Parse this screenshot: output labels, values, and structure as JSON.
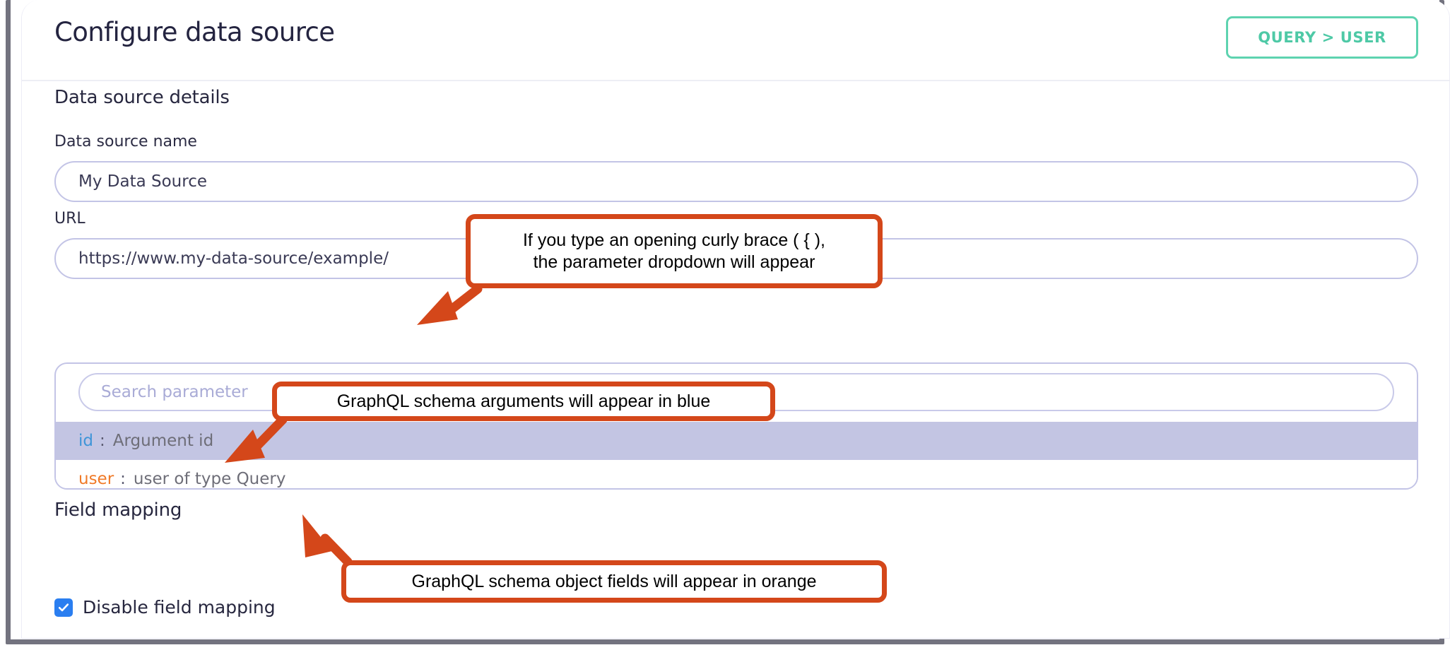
{
  "header": {
    "title": "Configure data source",
    "breadcrumb_button": "QUERY > USER"
  },
  "sections": {
    "details_heading": "Data source details",
    "field_mapping_heading": "Field mapping"
  },
  "fields": {
    "name": {
      "label": "Data source name",
      "value": "My Data Source"
    },
    "url": {
      "label": "URL",
      "value": "https://www.my-data-source/example/"
    }
  },
  "parameter_dropdown": {
    "search_placeholder": "Search parameter",
    "options": [
      {
        "key": "id",
        "separator": ":",
        "description": "Argument id",
        "kind": "argument",
        "color": "#3f95d8",
        "highlighted": true
      },
      {
        "key": "user",
        "separator": ":",
        "description": "user of type Query",
        "kind": "field",
        "color": "#f07a28",
        "highlighted": false
      }
    ]
  },
  "field_mapping": {
    "checkbox_label": "Disable field mapping",
    "checked": true,
    "checkbox_color": "#2a7ef0"
  },
  "annotations": [
    {
      "id": "callout-curly-brace",
      "line1": "If you type an opening curly brace ( { ),",
      "line2": "the parameter dropdown will appear"
    },
    {
      "id": "callout-blue-args",
      "line1": "GraphQL schema arguments will appear in blue",
      "line2": ""
    },
    {
      "id": "callout-orange-fields",
      "line1": "GraphQL schema object fields will appear in orange",
      "line2": ""
    }
  ],
  "colors": {
    "accent_teal": "#4ec9a6",
    "annotation_orange": "#d4471a",
    "input_border": "#c3c4e6",
    "row_highlight": "#c3c5e3",
    "frame": "#73737f"
  }
}
